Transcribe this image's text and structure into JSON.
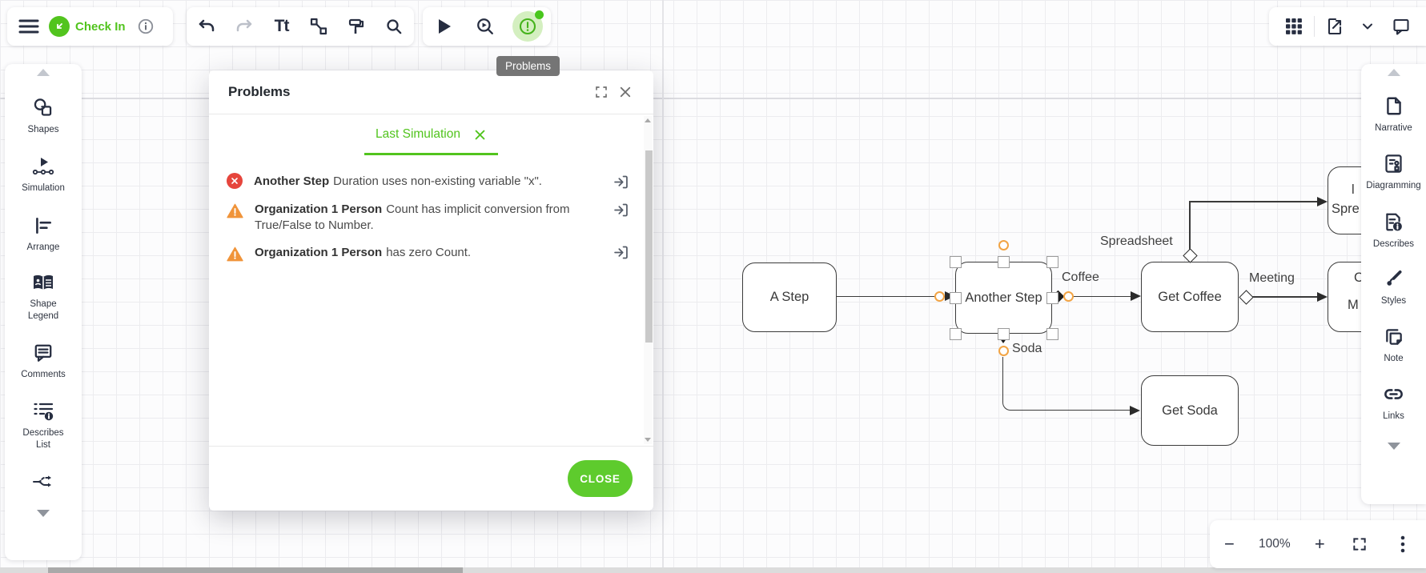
{
  "app": {
    "check_in_label": "Check In",
    "tooltip": "Problems",
    "text_tool_icon": "Tt"
  },
  "left_sidebar": {
    "items": [
      "Shapes",
      "Simulation",
      "Arrange",
      "Shape Legend",
      "Comments",
      "Describes List"
    ]
  },
  "right_sidebar": {
    "items": [
      "Narrative",
      "Diagramming",
      "Describes",
      "Styles",
      "Note",
      "Links"
    ]
  },
  "dialog": {
    "title": "Problems",
    "tab_label": "Last Simulation",
    "close_label": "CLOSE",
    "problems": [
      {
        "severity": "error",
        "subject": "Another Step",
        "message": "Duration uses non-existing variable \"x\"."
      },
      {
        "severity": "warning",
        "subject": "Organization 1 Person",
        "message": "Count has implicit conversion from True/False to Number."
      },
      {
        "severity": "warning",
        "subject": "Organization 1 Person",
        "message": "has zero Count."
      }
    ]
  },
  "canvas": {
    "nodes": {
      "a_step": "A Step",
      "another_step": "Another Step",
      "get_coffee": "Get Coffee",
      "get_soda": "Get Soda",
      "partial_top_line1": "l",
      "partial_top_line2": "Spre",
      "partial_bottom_line1": "C",
      "partial_bottom_line2": "M"
    },
    "edge_labels": {
      "coffee": "Coffee",
      "spreadsheet": "Spreadsheet",
      "meeting": "Meeting",
      "soda": "Soda"
    }
  },
  "zoom_controls": {
    "minus": "−",
    "level": "100%",
    "plus": "+"
  },
  "colors": {
    "accent_green": "#52c41e",
    "close_button_green": "#5ecb2d",
    "error_red": "#e6453c",
    "warning_orange": "#f0943a",
    "tooltip_gray": "#757575",
    "port_orange": "#f2a444"
  }
}
